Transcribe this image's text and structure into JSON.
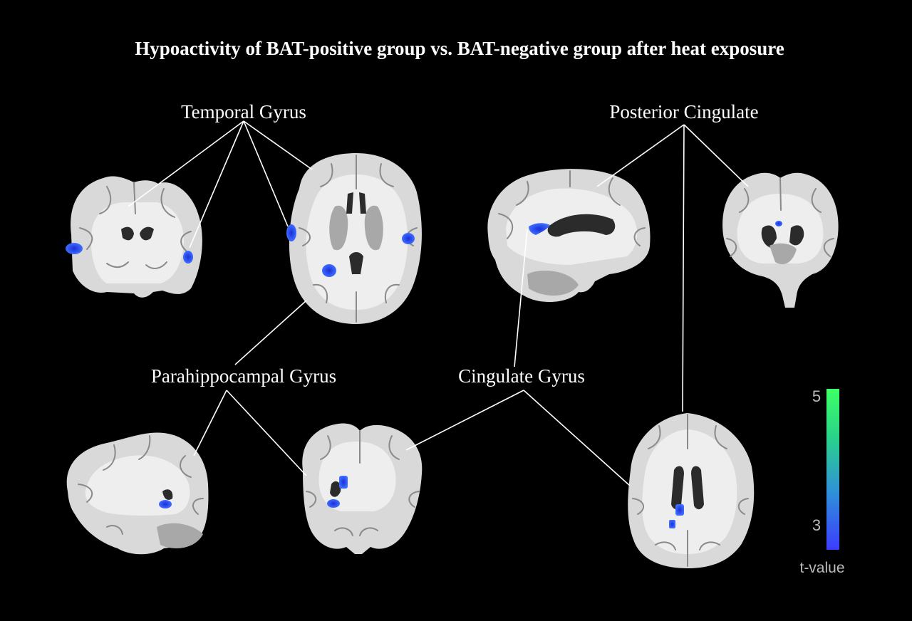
{
  "title": "Hypoactivity of BAT-positive group vs. BAT-negative group after heat exposure",
  "labels": {
    "temporal": "Temporal Gyrus",
    "posterior_cingulate": "Posterior Cingulate",
    "parahippocampal": "Parahippocampal Gyrus",
    "cingulate": "Cingulate Gyrus"
  },
  "colorbar": {
    "max_label": "5",
    "min_label": "3",
    "caption": "t-value",
    "gradient": [
      "#3c3cff",
      "#2f8fd9",
      "#2ad38a",
      "#3dff66"
    ]
  },
  "colors": {
    "background": "#000000",
    "activation": "#2f5bff",
    "activation_core": "#1a2fd8",
    "line": "#ffffff"
  }
}
